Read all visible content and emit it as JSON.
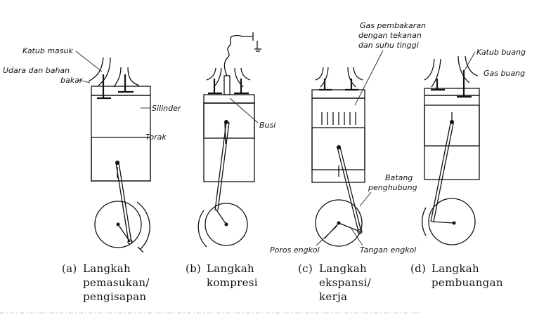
{
  "labels": {
    "katub_masuk": "Katub masuk",
    "udara_1": "Udara dan bahan",
    "udara_2": "bakar",
    "silinder": "Silinder",
    "torak": "Torak",
    "busi": "Busi",
    "gas_1": "Gas pembakaran",
    "gas_2": "dengan tekanan",
    "gas_3": "dan suhu tinggi",
    "batang_1": "Batang",
    "batang_2": "penghubung",
    "poros": "Poros engkol",
    "tangan": "Tangan engkol",
    "katub_buang": "Katub buang",
    "gas_buang": "Gas buang"
  },
  "captions": {
    "a": {
      "letter": "(a)",
      "l1": "Langkah",
      "l2": "pemasukan/",
      "l3": "pengisapan"
    },
    "b": {
      "letter": "(b)",
      "l1": "Langkah",
      "l2": "kompresi",
      "l3": ""
    },
    "c": {
      "letter": "(c)",
      "l1": "Langkah",
      "l2": "ekspansi/",
      "l3": "kerja"
    },
    "d": {
      "letter": "(d)",
      "l1": "Langkah",
      "l2": "pembuangan",
      "l3": ""
    }
  },
  "colors": {
    "ink": "#111111",
    "paper": "#ffffff"
  }
}
